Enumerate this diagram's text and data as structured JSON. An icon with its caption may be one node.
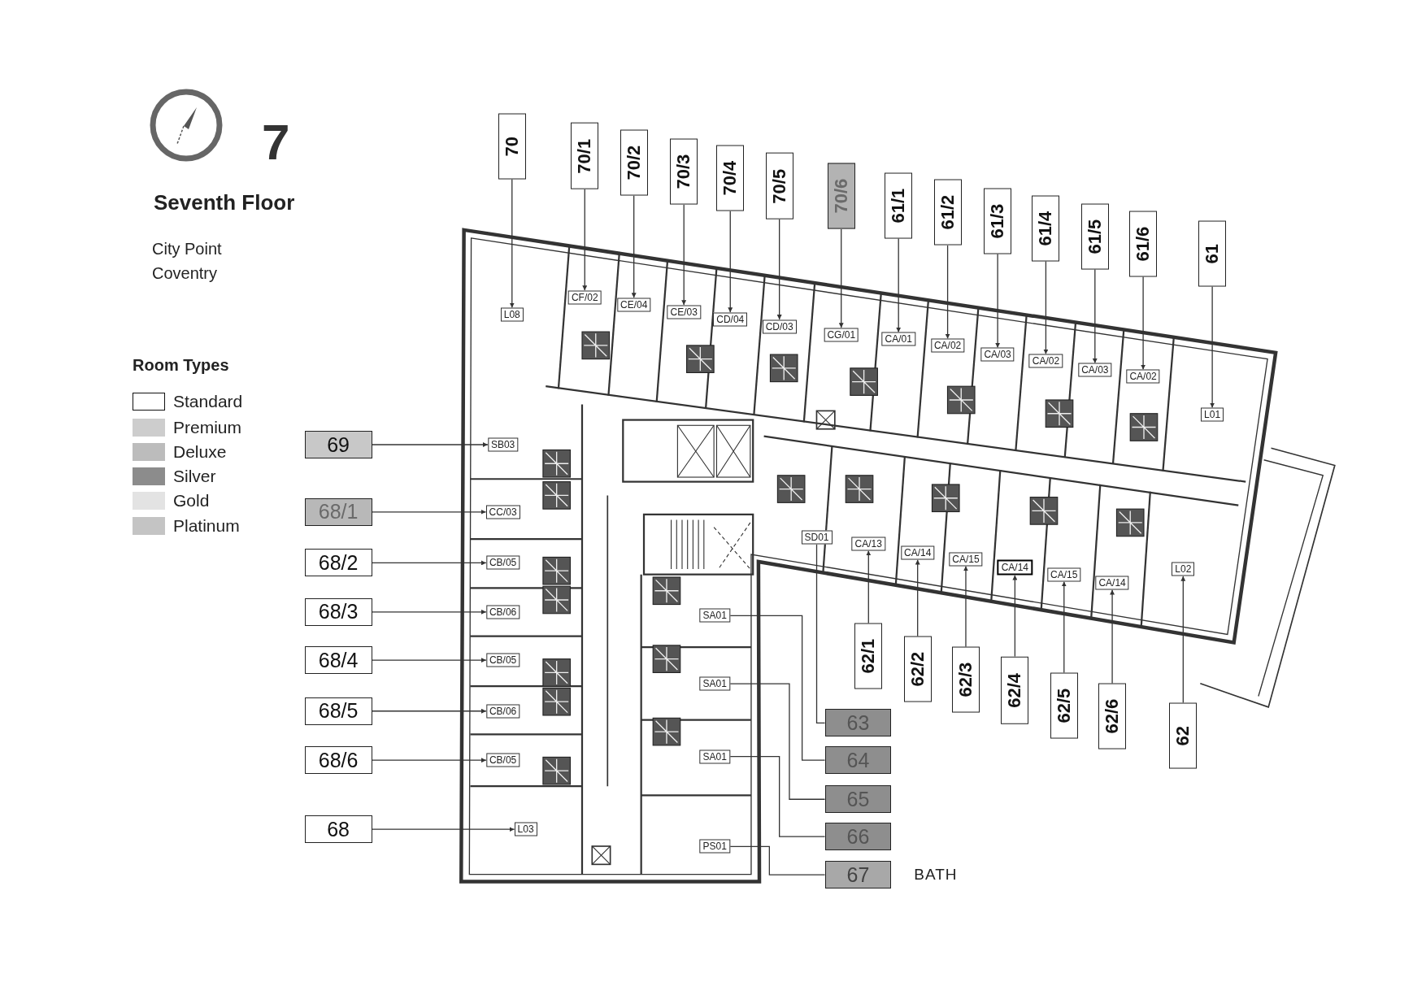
{
  "diagram": {
    "title": "Seventh Floor",
    "nodes": [
      {
        "text": [
          "70"
        ]
      },
      {
        "text": [
          "70/1"
        ]
      },
      {
        "text": [
          "70/2"
        ]
      },
      {
        "text": [
          "70/3"
        ]
      },
      {
        "text": [
          "70/4"
        ]
      },
      {
        "text": [
          "70/5"
        ]
      },
      {
        "text": [
          "70/6"
        ]
      },
      {
        "text": [
          "61/1"
        ]
      },
      {
        "text": [
          "61/2"
        ]
      },
      {
        "text": [
          "61/3"
        ]
      },
      {
        "text": [
          "61/4"
        ]
      },
      {
        "text": [
          "61/5"
        ]
      },
      {
        "text": [
          "61/6"
        ]
      },
      {
        "text": [
          "61"
        ]
      },
      {
        "text": [
          "L08"
        ]
      },
      {
        "text": [
          "CF/02"
        ]
      },
      {
        "text": [
          "CE/04"
        ]
      },
      {
        "text": [
          "CE/03"
        ]
      },
      {
        "text": [
          "CD/04"
        ]
      },
      {
        "text": [
          "CD/03"
        ]
      },
      {
        "text": [
          "CG/01"
        ]
      },
      {
        "text": [
          "CA/01"
        ]
      },
      {
        "text": [
          "CA/02"
        ]
      },
      {
        "text": [
          "CA/03"
        ]
      },
      {
        "text": [
          "CA/02"
        ]
      },
      {
        "text": [
          "CA/03"
        ]
      },
      {
        "text": [
          "CA/02"
        ]
      },
      {
        "text": [
          "L01"
        ]
      },
      {
        "text": [
          "69"
        ]
      },
      {
        "text": [
          "68/1"
        ]
      },
      {
        "text": [
          "68/2"
        ]
      },
      {
        "text": [
          "68/3"
        ]
      },
      {
        "text": [
          "68/4"
        ]
      },
      {
        "text": [
          "68/5"
        ]
      },
      {
        "text": [
          "68/6"
        ]
      },
      {
        "text": [
          "68"
        ]
      },
      {
        "text": [
          "SB03"
        ]
      },
      {
        "text": [
          "CC/03"
        ]
      },
      {
        "text": [
          "CB/05"
        ]
      },
      {
        "text": [
          "CB/06"
        ]
      },
      {
        "text": [
          "CB/05"
        ]
      },
      {
        "text": [
          "CB/06"
        ]
      },
      {
        "text": [
          "CB/05"
        ]
      },
      {
        "text": [
          "L03"
        ]
      },
      {
        "text": [
          "SD01"
        ]
      },
      {
        "text": [
          "CA/13"
        ]
      },
      {
        "text": [
          "CA/14"
        ]
      },
      {
        "text": [
          "CA/15"
        ]
      },
      {
        "text": [
          "CA/14"
        ]
      },
      {
        "text": [
          "CA/15"
        ]
      },
      {
        "text": [
          "CA/14"
        ]
      },
      {
        "text": [
          "L02"
        ]
      },
      {
        "text": [
          "SA01"
        ]
      },
      {
        "text": [
          "SA01"
        ]
      },
      {
        "text": [
          "SA01"
        ]
      },
      {
        "text": [
          "PS01"
        ]
      },
      {
        "text": [
          "62/1"
        ]
      },
      {
        "text": [
          "62/2"
        ]
      },
      {
        "text": [
          "62/3"
        ]
      },
      {
        "text": [
          "62/4"
        ]
      },
      {
        "text": [
          "62/5"
        ]
      },
      {
        "text": [
          "62/6"
        ]
      },
      {
        "text": [
          "62"
        ]
      },
      {
        "text": [
          "63"
        ]
      },
      {
        "text": [
          "64"
        ]
      },
      {
        "text": [
          "65"
        ]
      },
      {
        "text": [
          "66"
        ]
      },
      {
        "text": [
          "67"
        ],
        "beside": [
          "BATH"
        ]
      }
    ],
    "edges": [
      {
        "from": 0,
        "to": 14,
        "arrow": "to"
      },
      {
        "from": 1,
        "to": 15,
        "arrow": "to"
      },
      {
        "from": 2,
        "to": 16,
        "arrow": "to"
      },
      {
        "from": 3,
        "to": 17,
        "arrow": "to"
      },
      {
        "from": 4,
        "to": 18,
        "arrow": "to"
      },
      {
        "from": 5,
        "to": 19,
        "arrow": "to"
      },
      {
        "from": 6,
        "to": 20,
        "arrow": "to"
      },
      {
        "from": 7,
        "to": 21,
        "arrow": "to"
      },
      {
        "from": 8,
        "to": 22,
        "arrow": "to"
      },
      {
        "from": 9,
        "to": 23,
        "arrow": "to"
      },
      {
        "from": 10,
        "to": 24,
        "arrow": "to"
      },
      {
        "from": 11,
        "to": 25,
        "arrow": "to"
      },
      {
        "from": 12,
        "to": 26,
        "arrow": "to"
      },
      {
        "from": 13,
        "to": 27,
        "arrow": "to"
      },
      {
        "from": 28,
        "to": 36,
        "arrow": "to"
      },
      {
        "from": 29,
        "to": 37,
        "arrow": "to"
      },
      {
        "from": 30,
        "to": 38,
        "arrow": "to"
      },
      {
        "from": 31,
        "to": 39,
        "arrow": "to"
      },
      {
        "from": 32,
        "to": 40,
        "arrow": "to"
      },
      {
        "from": 33,
        "to": 41,
        "arrow": "to"
      },
      {
        "from": 34,
        "to": 42,
        "arrow": "to"
      },
      {
        "from": 35,
        "to": 43,
        "arrow": "to"
      },
      {
        "from": 56,
        "to": 45,
        "arrow": "to"
      },
      {
        "from": 57,
        "to": 46,
        "arrow": "to"
      },
      {
        "from": 58,
        "to": 47,
        "arrow": "to"
      },
      {
        "from": 59,
        "to": 48,
        "arrow": "to"
      },
      {
        "from": 60,
        "to": 49,
        "arrow": "to"
      },
      {
        "from": 61,
        "to": 50,
        "arrow": "to"
      },
      {
        "from": 62,
        "to": 51,
        "arrow": "to"
      },
      {
        "from": 63,
        "to": 44,
        "arrow": "none"
      },
      {
        "from": 64,
        "to": 52,
        "arrow": "none"
      },
      {
        "from": 65,
        "to": 53,
        "arrow": "none"
      },
      {
        "from": 66,
        "to": 54,
        "arrow": "none"
      },
      {
        "from": 67,
        "to": 55,
        "arrow": "none"
      }
    ],
    "labels": [
      "7",
      "City Point Coventry",
      "Room Types"
    ],
    "legend": [
      {
        "text": "Standard",
        "color": "#ffffff"
      },
      {
        "text": "Premium",
        "color": "#cdcdcd"
      },
      {
        "text": "Deluxe",
        "color": "#bcbcbc"
      },
      {
        "text": "Silver",
        "color": "#8c8c8c"
      },
      {
        "text": "Gold",
        "color": "#e3e3e3"
      },
      {
        "text": "Platinum",
        "color": "#c4c4c4"
      }
    ]
  }
}
